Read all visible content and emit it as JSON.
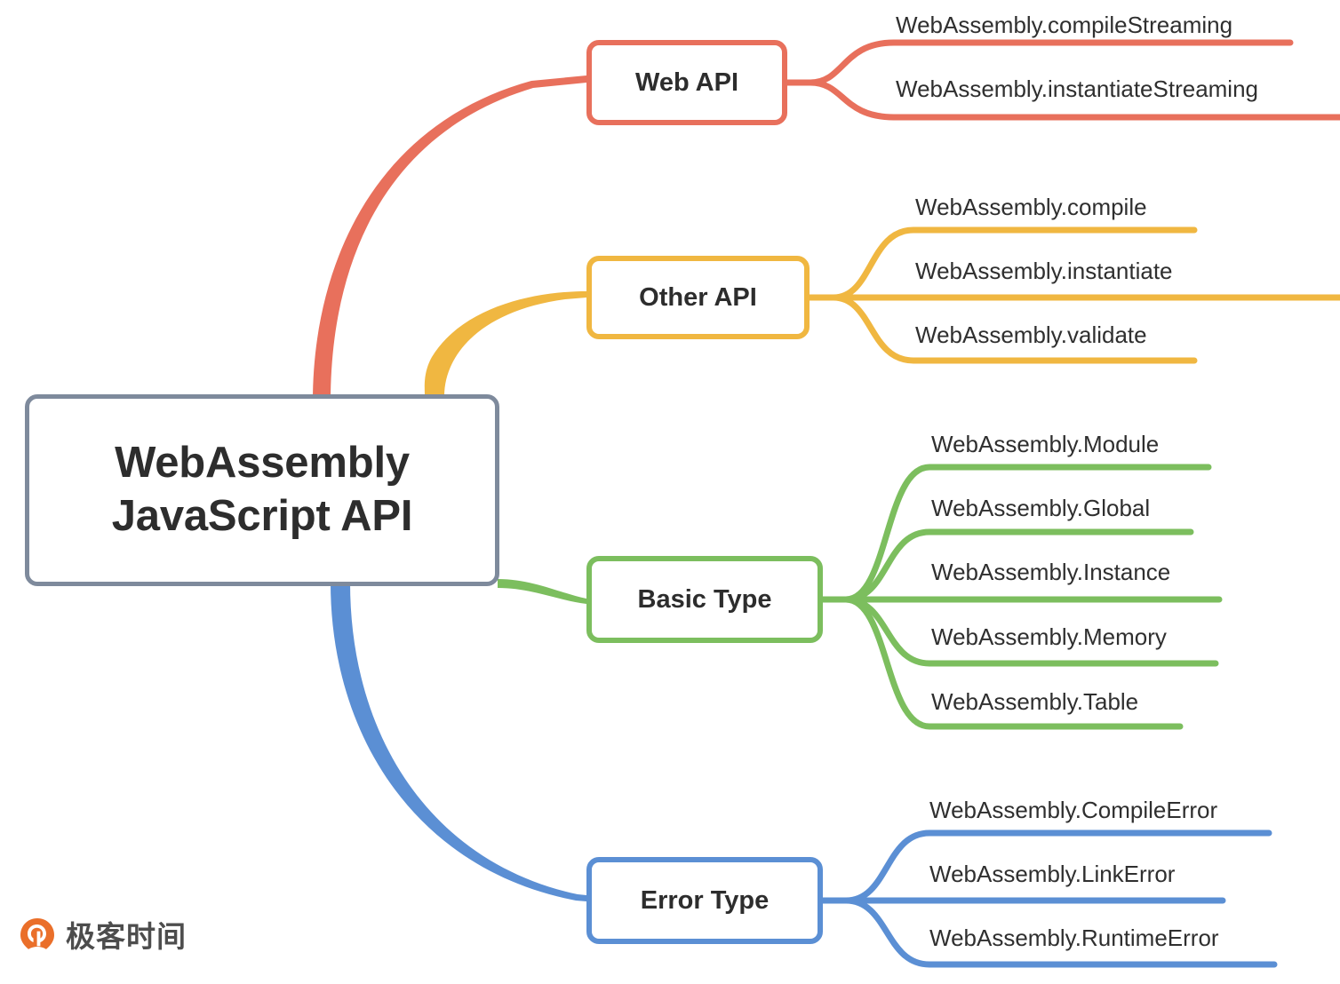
{
  "diagram": {
    "type": "mindmap",
    "root": {
      "label": "WebAssembly\nJavaScript API",
      "border_color": "#7e8a9c"
    },
    "branches": [
      {
        "label": "Web API",
        "color": "#e8705c",
        "children": [
          "WebAssembly.compileStreaming",
          "WebAssembly.instantiateStreaming"
        ]
      },
      {
        "label": "Other API",
        "color": "#f0b741",
        "children": [
          "WebAssembly.compile",
          "WebAssembly.instantiate",
          "WebAssembly.validate"
        ]
      },
      {
        "label": "Basic Type",
        "color": "#7cbe5e",
        "children": [
          "WebAssembly.Module",
          "WebAssembly.Global",
          "WebAssembly.Instance",
          "WebAssembly.Memory",
          "WebAssembly.Table"
        ]
      },
      {
        "label": "Error Type",
        "color": "#5b8fd4",
        "children": [
          "WebAssembly.CompileError",
          "WebAssembly.LinkError",
          "WebAssembly.RuntimeError"
        ]
      }
    ]
  },
  "watermark": {
    "text": "极客时间",
    "logo_color": "#ea6f2a",
    "icon": "geektime-logo-icon"
  }
}
